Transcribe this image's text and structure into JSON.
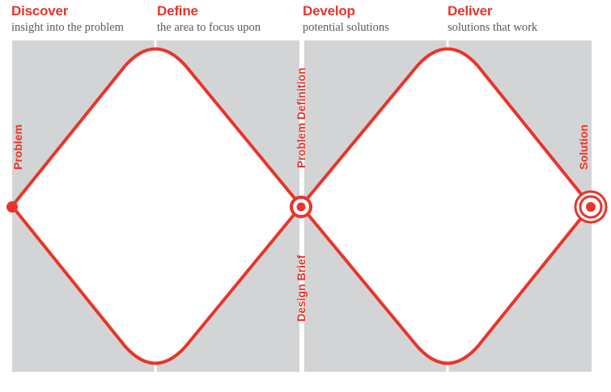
{
  "phases": [
    {
      "title": "Discover",
      "subtitle": "insight into the problem"
    },
    {
      "title": "Define",
      "subtitle": "the area to focus upon"
    },
    {
      "title": "Develop",
      "subtitle": "potential solutions"
    },
    {
      "title": "Deliver",
      "subtitle": "solutions that work"
    }
  ],
  "labels": {
    "problem": "Problem",
    "problem_definition": "Problem Definition",
    "design_brief": "Design Brief",
    "solution": "Solution"
  },
  "colors": {
    "accent": "#e8352a",
    "panel": "#d3d4d5",
    "divider": "#ffffff",
    "subtitle": "#5a5a5a"
  },
  "icons": {
    "start": "problem-dot-icon",
    "midpoint": "problem-definition-target-icon",
    "end": "solution-target-icon"
  }
}
